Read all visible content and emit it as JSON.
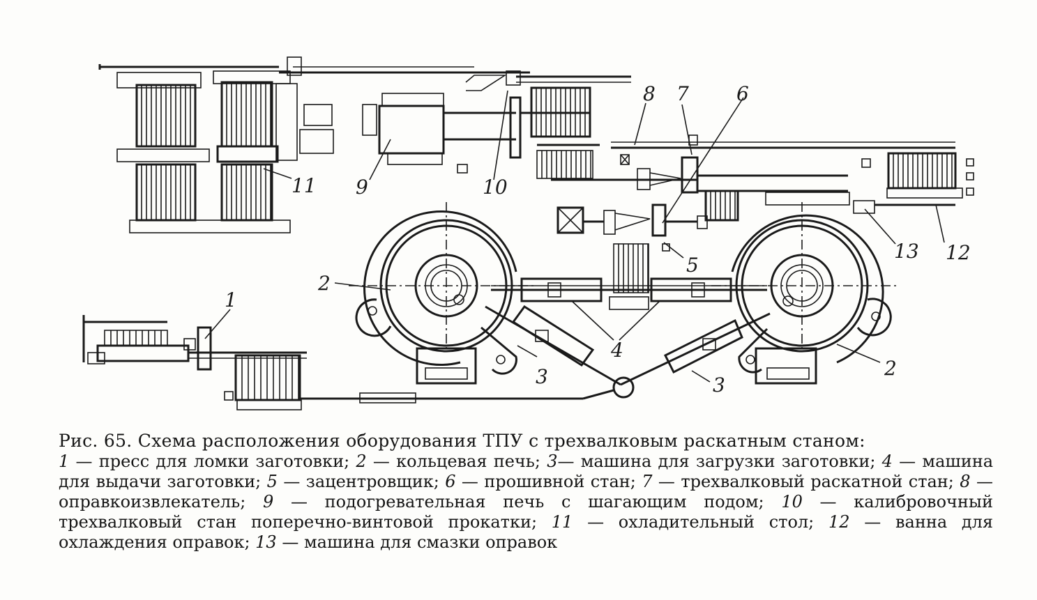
{
  "labels": {
    "l1": "1",
    "l2a": "2",
    "l2b": "2",
    "l3a": "3",
    "l3b": "3",
    "l4": "4",
    "l5": "5",
    "l6": "6",
    "l7": "7",
    "l8": "8",
    "l9": "9",
    "l10": "10",
    "l11": "11",
    "l12": "12",
    "l13": "13"
  },
  "caption": {
    "title": "Рис. 65. Схема расположения оборудования ТПУ с трехвалковым раскатным станом:",
    "items": [
      {
        "n": "1",
        "text": " — пресс для ломки заготовки; "
      },
      {
        "n": "2",
        "text": " — кольцевая печь; "
      },
      {
        "n": "3",
        "text": "— машина для загрузки заготовки; "
      },
      {
        "n": "4",
        "text": " — машина для выдачи заготовки; "
      },
      {
        "n": "5",
        "text": " — зацентровщик; "
      },
      {
        "n": "6",
        "text": " — прошивной стан; "
      },
      {
        "n": "7",
        "text": " — трехвалковый раскатной стан; "
      },
      {
        "n": "8",
        "text": " — оправкоизвлекатель; "
      },
      {
        "n": "9",
        "text": " — подогревательная печь с шагающим подом; "
      },
      {
        "n": "10",
        "text": " — калибровочный трехвалковый стан поперечно-винтовой прокатки; "
      },
      {
        "n": "11",
        "text": " — охладительный стол; "
      },
      {
        "n": "12",
        "text": " — ванна для охлаждения оправок; "
      },
      {
        "n": "13",
        "text": " — машина для смазки оправок"
      }
    ]
  }
}
